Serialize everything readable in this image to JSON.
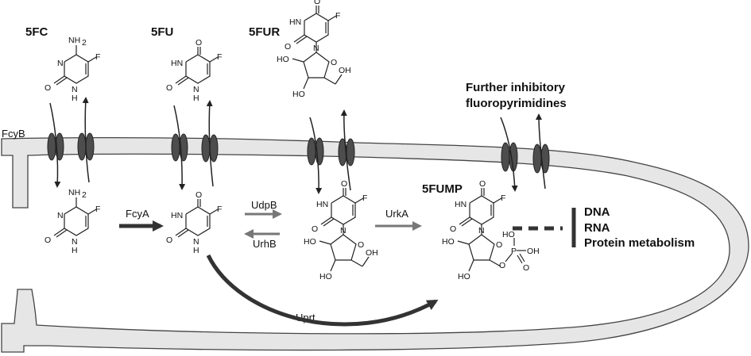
{
  "labels": {
    "fc": "5FC",
    "fu": "5FU",
    "fur": "5FUR",
    "fump": "5FUMP",
    "further": "Further inhibitory",
    "further2": "fluoropyrimidines",
    "dna": "DNA",
    "rna": "RNA",
    "protein": "Protein metabolism"
  },
  "enzymes": {
    "fcyB": "FcyB",
    "fcyA": "FcyA",
    "udpB": "UdpB",
    "urhB": "UrhB",
    "urkA": "UrkA",
    "uprt": "Uprt"
  },
  "atoms": {
    "nh2": "NH",
    "sub2": "2",
    "n": "N",
    "hn": "HN",
    "h": "H",
    "o": "O",
    "f": "F",
    "ho": "HO",
    "oh": "OH",
    "p": "P"
  },
  "colors": {
    "membrane": "#e6e6e6",
    "channel": "#4d4d4d",
    "dark_arrow": "#333333",
    "grey_arrow": "#777777"
  }
}
